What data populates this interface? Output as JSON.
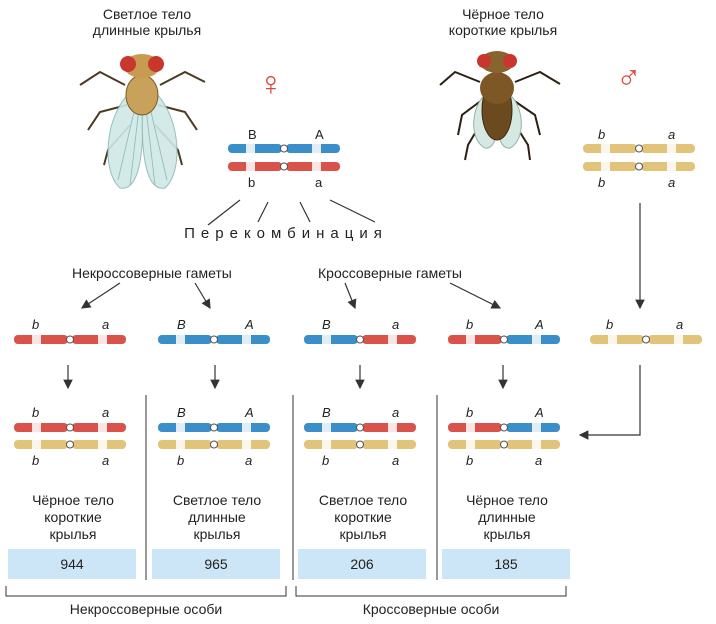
{
  "female": {
    "title_line1": "Светлое тело",
    "title_line2": "длинные крылья",
    "symbol": "♀",
    "alleles_top": [
      "B",
      "A"
    ],
    "alleles_bottom": [
      "b",
      "a"
    ]
  },
  "male": {
    "title_line1": "Чёрное тело",
    "title_line2": "короткие крылья",
    "symbol": "♂",
    "alleles_top": [
      "b",
      "a"
    ],
    "alleles_bottom": [
      "b",
      "a"
    ],
    "gamete": [
      "b",
      "a"
    ]
  },
  "recombination_label": "Перекомбинация",
  "noncrossover_gametes_label": "Некроссоверные гаметы",
  "crossover_gametes_label": "Кроссоверные гаметы",
  "gametes": [
    {
      "left": "b",
      "right": "a"
    },
    {
      "left": "B",
      "right": "A"
    },
    {
      "left": "B",
      "right": "a"
    },
    {
      "left": "b",
      "right": "A"
    }
  ],
  "offspring": [
    {
      "top": [
        "b",
        "a"
      ],
      "bottom": [
        "b",
        "a"
      ],
      "line1": "Чёрное тело",
      "line2": "короткие",
      "line3": "крылья",
      "count": "944"
    },
    {
      "top": [
        "B",
        "A"
      ],
      "bottom": [
        "b",
        "a"
      ],
      "line1": "Светлое тело",
      "line2": "длинные",
      "line3": "крылья",
      "count": "965"
    },
    {
      "top": [
        "B",
        "a"
      ],
      "bottom": [
        "b",
        "a"
      ],
      "line1": "Светлое тело",
      "line2": "короткие",
      "line3": "крылья",
      "count": "206"
    },
    {
      "top": [
        "b",
        "A"
      ],
      "bottom": [
        "b",
        "a"
      ],
      "line1": "Чёрное тело",
      "line2": "длинные",
      "line3": "крылья",
      "count": "185"
    }
  ],
  "noncrossover_individuals_label": "Некроссоверные особи",
  "crossover_individuals_label": "Кроссоверные особи",
  "colors": {
    "red": "#d9534a",
    "blue": "#3a8fc9",
    "yellow": "#e2c37a",
    "panel": "#cde6f7",
    "female_symbol": "#d9473f"
  }
}
